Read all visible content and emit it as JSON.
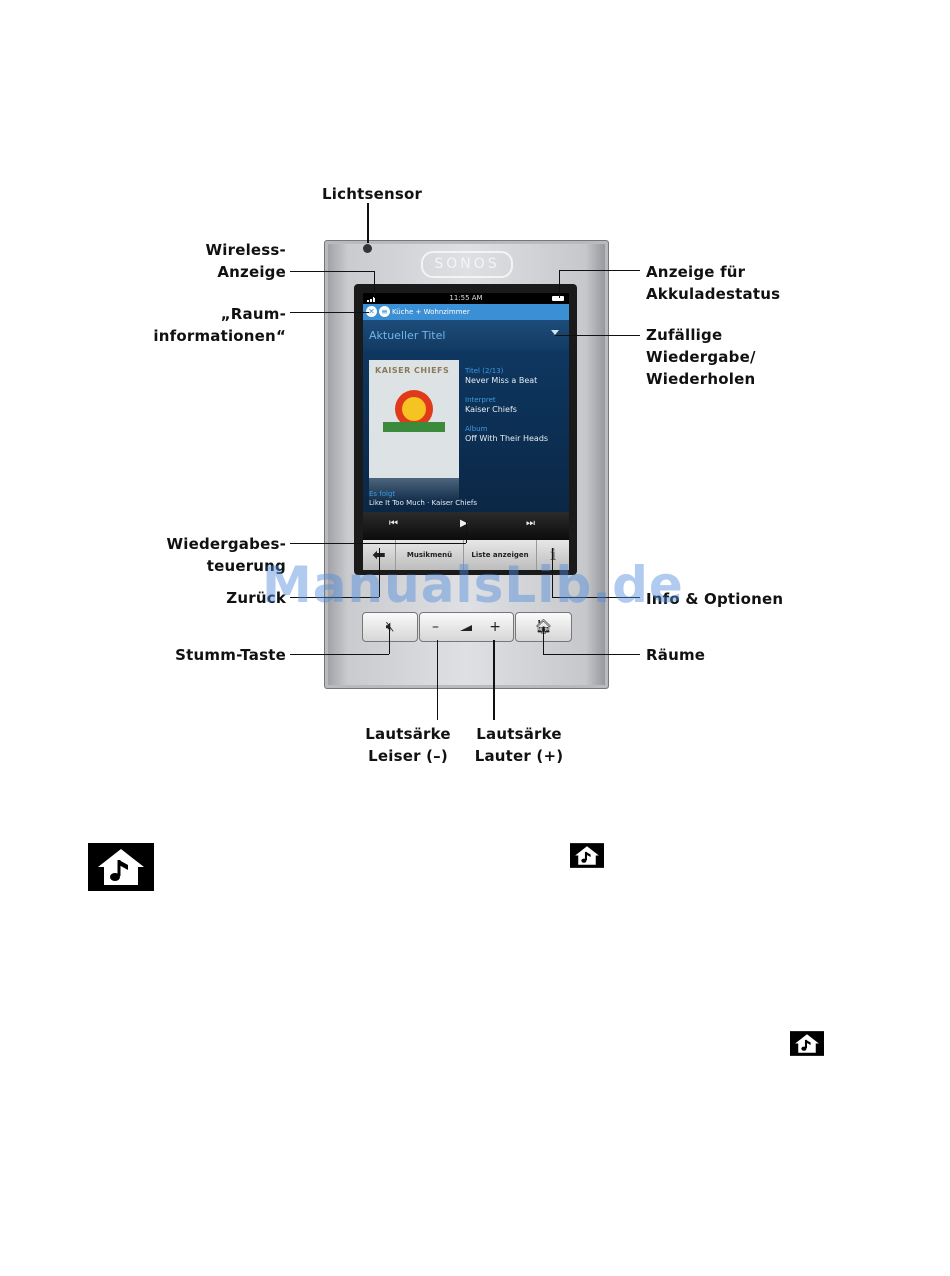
{
  "labels": {
    "lichtsensor": "Lichtsensor",
    "wireless": [
      "Wireless-",
      "Anzeige"
    ],
    "raum": [
      "„Raum-",
      "informationen“"
    ],
    "akku": [
      "Anzeige für",
      "Akkuladestatus"
    ],
    "zufall": [
      "Zufällige",
      "Wiedergabe/",
      "Wiederholen"
    ],
    "wiedergabe": [
      "Wiedergabes-",
      "teuerung"
    ],
    "zurueck": "Zurück",
    "info": "Info & Optionen",
    "stumm": "Stumm-Taste",
    "raeume": "Räume",
    "leiser": [
      "Lautsärke",
      "Leiser (–)"
    ],
    "lauter": [
      "Lautsärke",
      "Lauter (+)"
    ]
  },
  "device": {
    "logo": "SONOS",
    "status_time": "11:55 AM",
    "room_text": "Küche + Wohnzimmer",
    "now_playing_title": "Aktueller Titel",
    "album_art_text": "KAISER CHIEFS",
    "track_label": "Titel (2/13)",
    "track": "Never Miss a Beat",
    "artist_label": "Interpret",
    "artist": "Kaiser Chiefs",
    "album_label": "Album",
    "album": "Off With Their Heads",
    "next_label": "Es folgt",
    "next": "Like It Too Much · Kaiser Chiefs",
    "nav_music": "Musikmenü",
    "nav_list": "Liste anzeigen",
    "nav_info": "i",
    "btn_minus": "–",
    "btn_plus": "+"
  },
  "watermark": "ManualsLib.de",
  "icons": [
    "back-arrow-icon",
    "mute-icon",
    "volume-icon",
    "house-music-icon",
    "play-icon",
    "prev-icon",
    "next-icon"
  ]
}
